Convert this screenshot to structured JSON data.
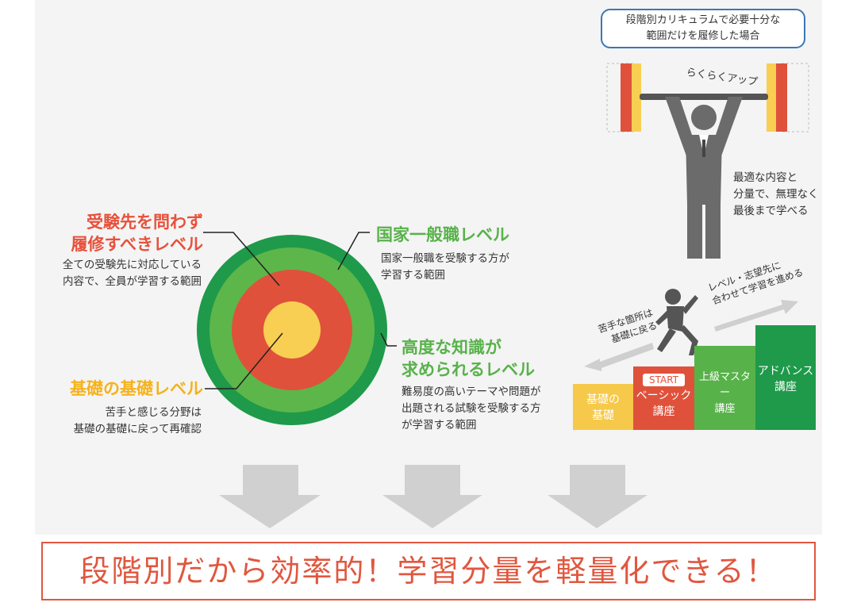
{
  "levels": {
    "required": {
      "title_line1": "受験先を問わず",
      "title_line2": "履修すべきレベル",
      "desc_line1": "全ての受験先に対応している",
      "desc_line2": "内容で、全員が学習する範囲",
      "color": "#e8513b"
    },
    "general": {
      "title": "国家一般職レベル",
      "desc_line1": "国家一般職を受験する方が",
      "desc_line2": "学習する範囲",
      "color": "#58b24a"
    },
    "advanced": {
      "title_line1": "高度な知識が",
      "title_line2": "求められるレベル",
      "desc_line1": "難易度の高いテーマや問題が",
      "desc_line2": "出題される試験を受験する方",
      "desc_line3": "が学習する範囲",
      "color": "#1e9a4a"
    },
    "basic": {
      "title": "基礎の基礎レベル",
      "desc_line1": "苦手と感じる分野は",
      "desc_line2": "基礎の基礎に戻って再確認",
      "color": "#f5b21d"
    }
  },
  "weightlifter": {
    "callout_line1": "段階別カリキュラムで必要十分な",
    "callout_line2": "範囲だけを履修した場合",
    "easy_label": "らくらくアップ",
    "caption_line1": "最適な内容と",
    "caption_line2": "分量で、無理なく",
    "caption_line3": "最後まで学べる"
  },
  "stairs": {
    "back_label_line1": "苦手な箇所は",
    "back_label_line2": "基礎に戻る",
    "forward_label_line1": "レベル・志望先に",
    "forward_label_line2": "合わせて学習を進める",
    "start_badge": "START",
    "steps": [
      {
        "line1": "基礎の",
        "line2": "基礎",
        "color": "#f6c94a"
      },
      {
        "line1": "ベーシック",
        "line2": "講座",
        "color": "#e0513b"
      },
      {
        "line1": "上級マスター",
        "line2": "講座",
        "color": "#58b24a"
      },
      {
        "line1": "アドバンス",
        "line2": "講座",
        "color": "#1e9a4a"
      }
    ]
  },
  "banner": {
    "text": "段階別だから効率的！学習分量を軽量化できる！"
  }
}
